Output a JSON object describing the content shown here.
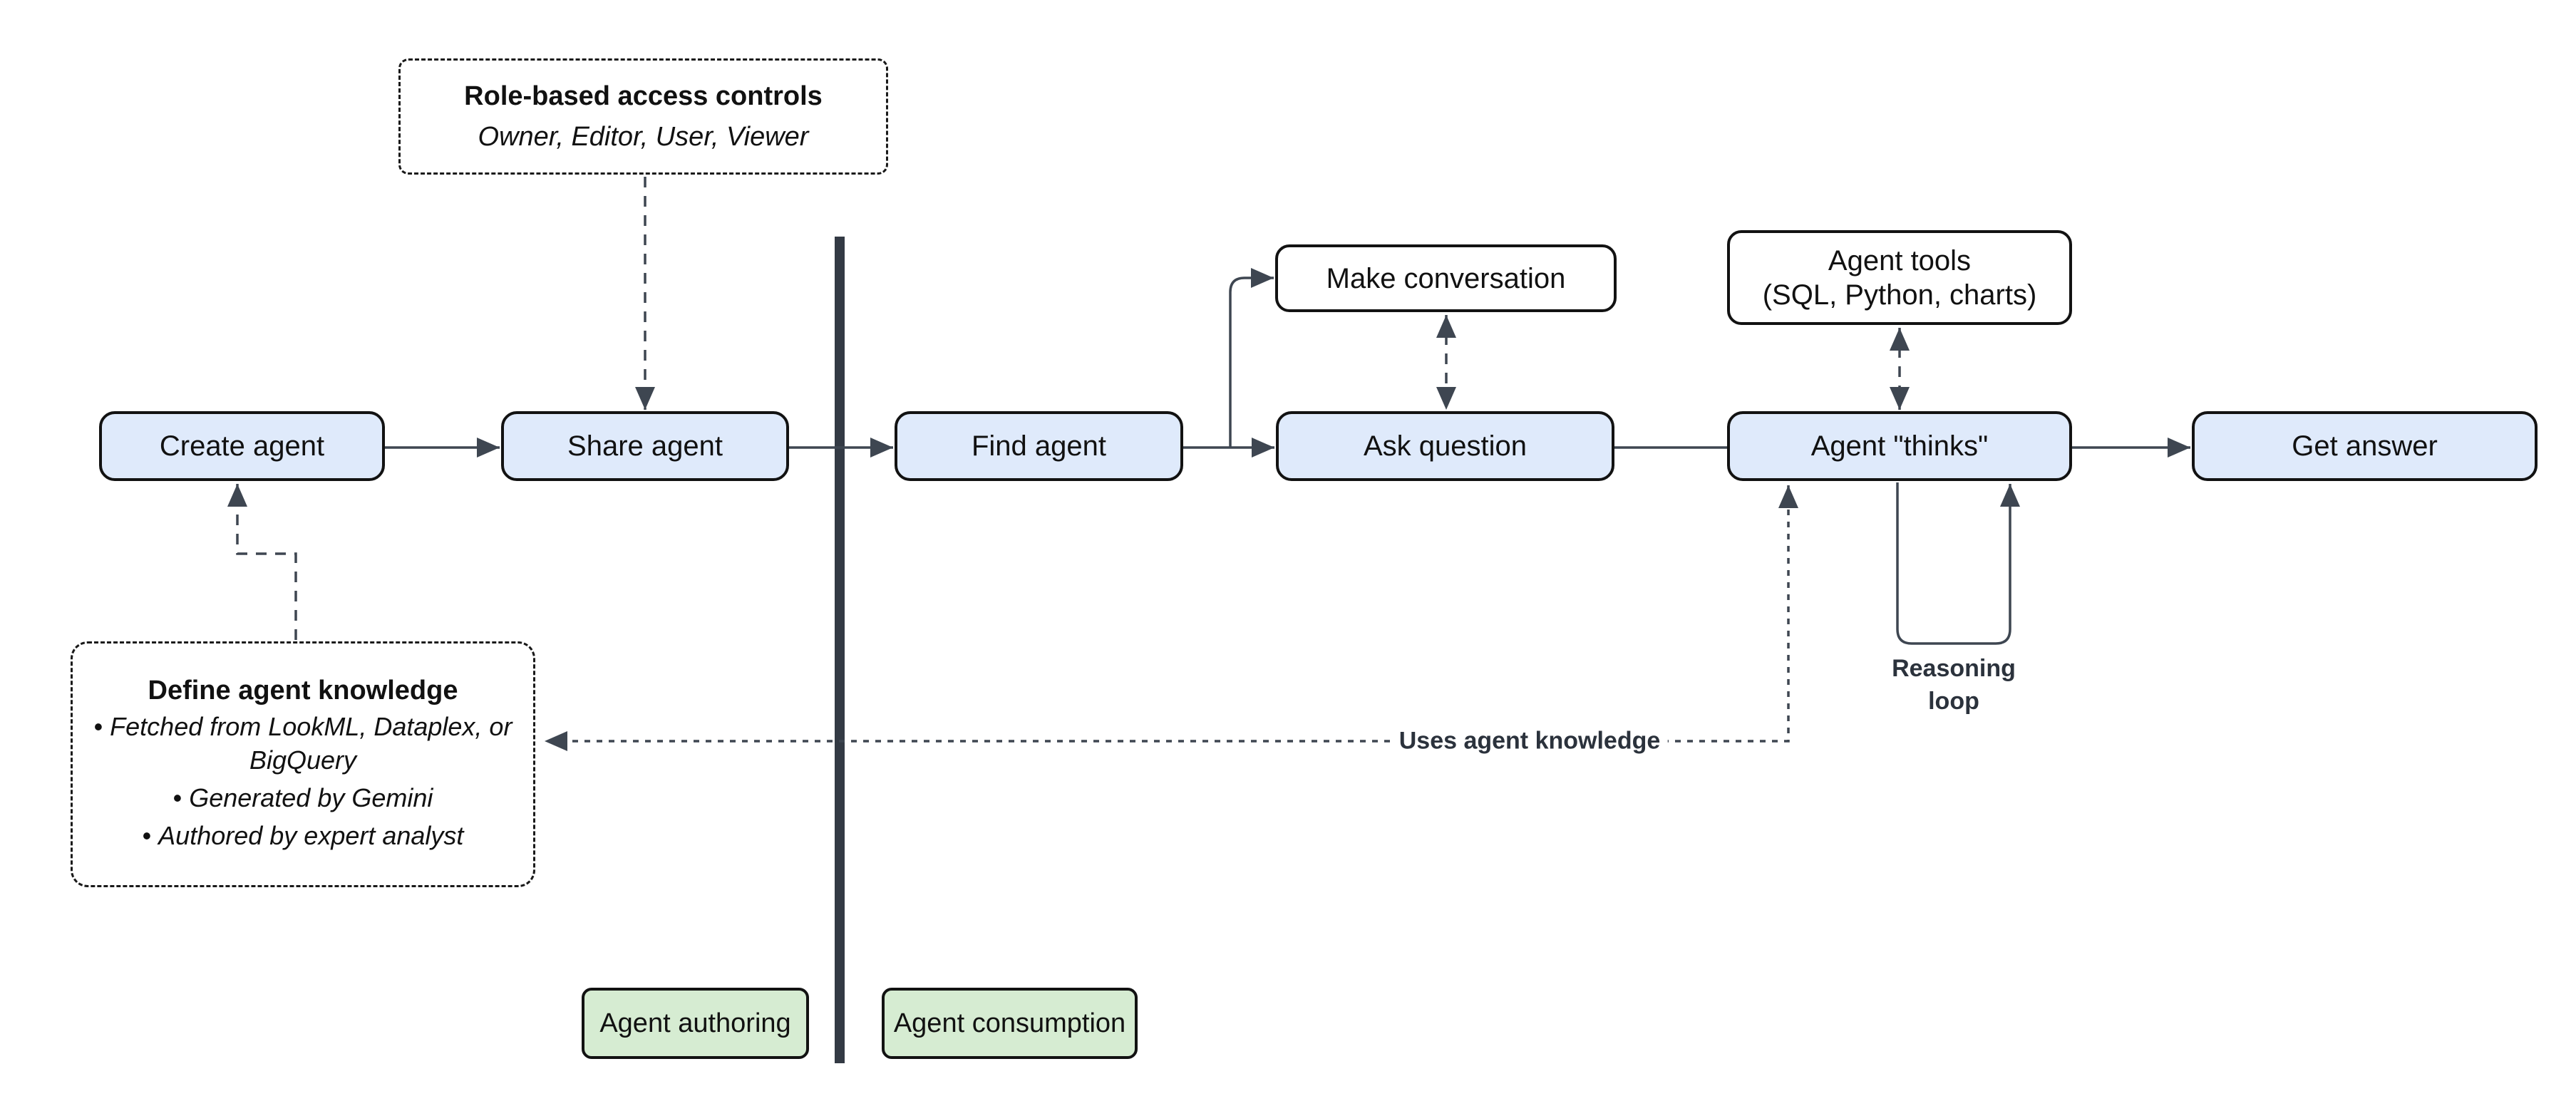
{
  "nodes": {
    "create": "Create agent",
    "share": "Share agent",
    "find": "Find agent",
    "make_conversation": "Make conversation",
    "ask": "Ask question",
    "tools_line1": "Agent tools",
    "tools_line2": "(SQL, Python, charts)",
    "thinks": "Agent \"thinks\"",
    "answer": "Get answer"
  },
  "notes": {
    "rbac": {
      "title": "Role-based access controls",
      "subtitle": "Owner, Editor, User, Viewer"
    },
    "knowledge": {
      "title": "Define agent knowledge",
      "bullets": [
        "Fetched from LookML, Dataplex, or BigQuery",
        "Generated by Gemini",
        "Authored by expert analyst"
      ]
    }
  },
  "edge_labels": {
    "uses_knowledge": "Uses agent knowledge",
    "reasoning_line1": "Reasoning",
    "reasoning_line2": "loop"
  },
  "zones": {
    "authoring": "Agent authoring",
    "consumption": "Agent consumption"
  },
  "colors": {
    "node_fill": "#dfeafb",
    "node_border": "#121212",
    "green_fill": "#d6ecd2",
    "arrow": "#3e4651",
    "divider": "#333a44"
  }
}
